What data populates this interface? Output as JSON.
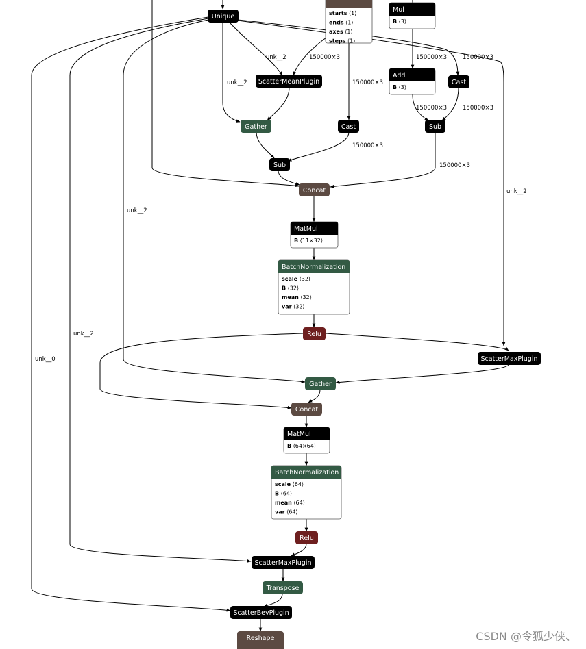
{
  "colors": {
    "black": "#000000",
    "green": "#335a44",
    "brown": "#5c4a42",
    "red": "#6e1f1f",
    "edge": "#000000"
  },
  "nodes": {
    "unique": {
      "title": "Unique",
      "color": "black"
    },
    "slice": {
      "title": "",
      "color": "brown",
      "attrs": [
        [
          "starts",
          "⟨1⟩"
        ],
        [
          "ends",
          "⟨1⟩"
        ],
        [
          "axes",
          "⟨1⟩"
        ],
        [
          "steps",
          "⟨1⟩"
        ]
      ]
    },
    "mul": {
      "title": "Mul",
      "color": "black",
      "attrs": [
        [
          "B",
          "⟨3⟩"
        ]
      ]
    },
    "add": {
      "title": "Add",
      "color": "black",
      "attrs": [
        [
          "B",
          "⟨3⟩"
        ]
      ]
    },
    "cast_r": {
      "title": "Cast",
      "color": "black"
    },
    "scatter_mean": {
      "title": "ScatterMeanPlugin",
      "color": "black"
    },
    "gather1": {
      "title": "Gather",
      "color": "green"
    },
    "cast_m": {
      "title": "Cast",
      "color": "black"
    },
    "sub_r": {
      "title": "Sub",
      "color": "black"
    },
    "sub_m": {
      "title": "Sub",
      "color": "black"
    },
    "concat1": {
      "title": "Concat",
      "color": "brown"
    },
    "matmul1": {
      "title": "MatMul",
      "color": "black",
      "attrs": [
        [
          "B",
          "⟨11×32⟩"
        ]
      ]
    },
    "bn1": {
      "title": "BatchNormalization",
      "color": "green",
      "attrs": [
        [
          "scale",
          "⟨32⟩"
        ],
        [
          "B",
          "⟨32⟩"
        ],
        [
          "mean",
          "⟨32⟩"
        ],
        [
          "var",
          "⟨32⟩"
        ]
      ]
    },
    "relu1": {
      "title": "Relu",
      "color": "red"
    },
    "scatter_max1": {
      "title": "ScatterMaxPlugin",
      "color": "black"
    },
    "gather2": {
      "title": "Gather",
      "color": "green"
    },
    "concat2": {
      "title": "Concat",
      "color": "brown"
    },
    "matmul2": {
      "title": "MatMul",
      "color": "black",
      "attrs": [
        [
          "B",
          "⟨64×64⟩"
        ]
      ]
    },
    "bn2": {
      "title": "BatchNormalization",
      "color": "green",
      "attrs": [
        [
          "scale",
          "⟨64⟩"
        ],
        [
          "B",
          "⟨64⟩"
        ],
        [
          "mean",
          "⟨64⟩"
        ],
        [
          "var",
          "⟨64⟩"
        ]
      ]
    },
    "relu2": {
      "title": "Relu",
      "color": "red"
    },
    "scatter_max2": {
      "title": "ScatterMaxPlugin",
      "color": "black"
    },
    "transpose": {
      "title": "Transpose",
      "color": "green"
    },
    "scatter_bev": {
      "title": "ScatterBevPlugin",
      "color": "black"
    },
    "reshape": {
      "title": "Reshape",
      "color": "brown"
    }
  },
  "edge_labels": {
    "l1": "unk__2",
    "l2": "150000×3",
    "l3": "150000×3",
    "l4": "unk__2",
    "l5": "150000×3",
    "l6": "150000×3",
    "l7": "150000×3",
    "l8": "150000×3",
    "l9": "150000×3",
    "l10": "unk__2",
    "l11": "unk__2",
    "l12": "unk__2",
    "l13": "unk__0"
  },
  "watermark": "CSDN @令狐少侠、"
}
